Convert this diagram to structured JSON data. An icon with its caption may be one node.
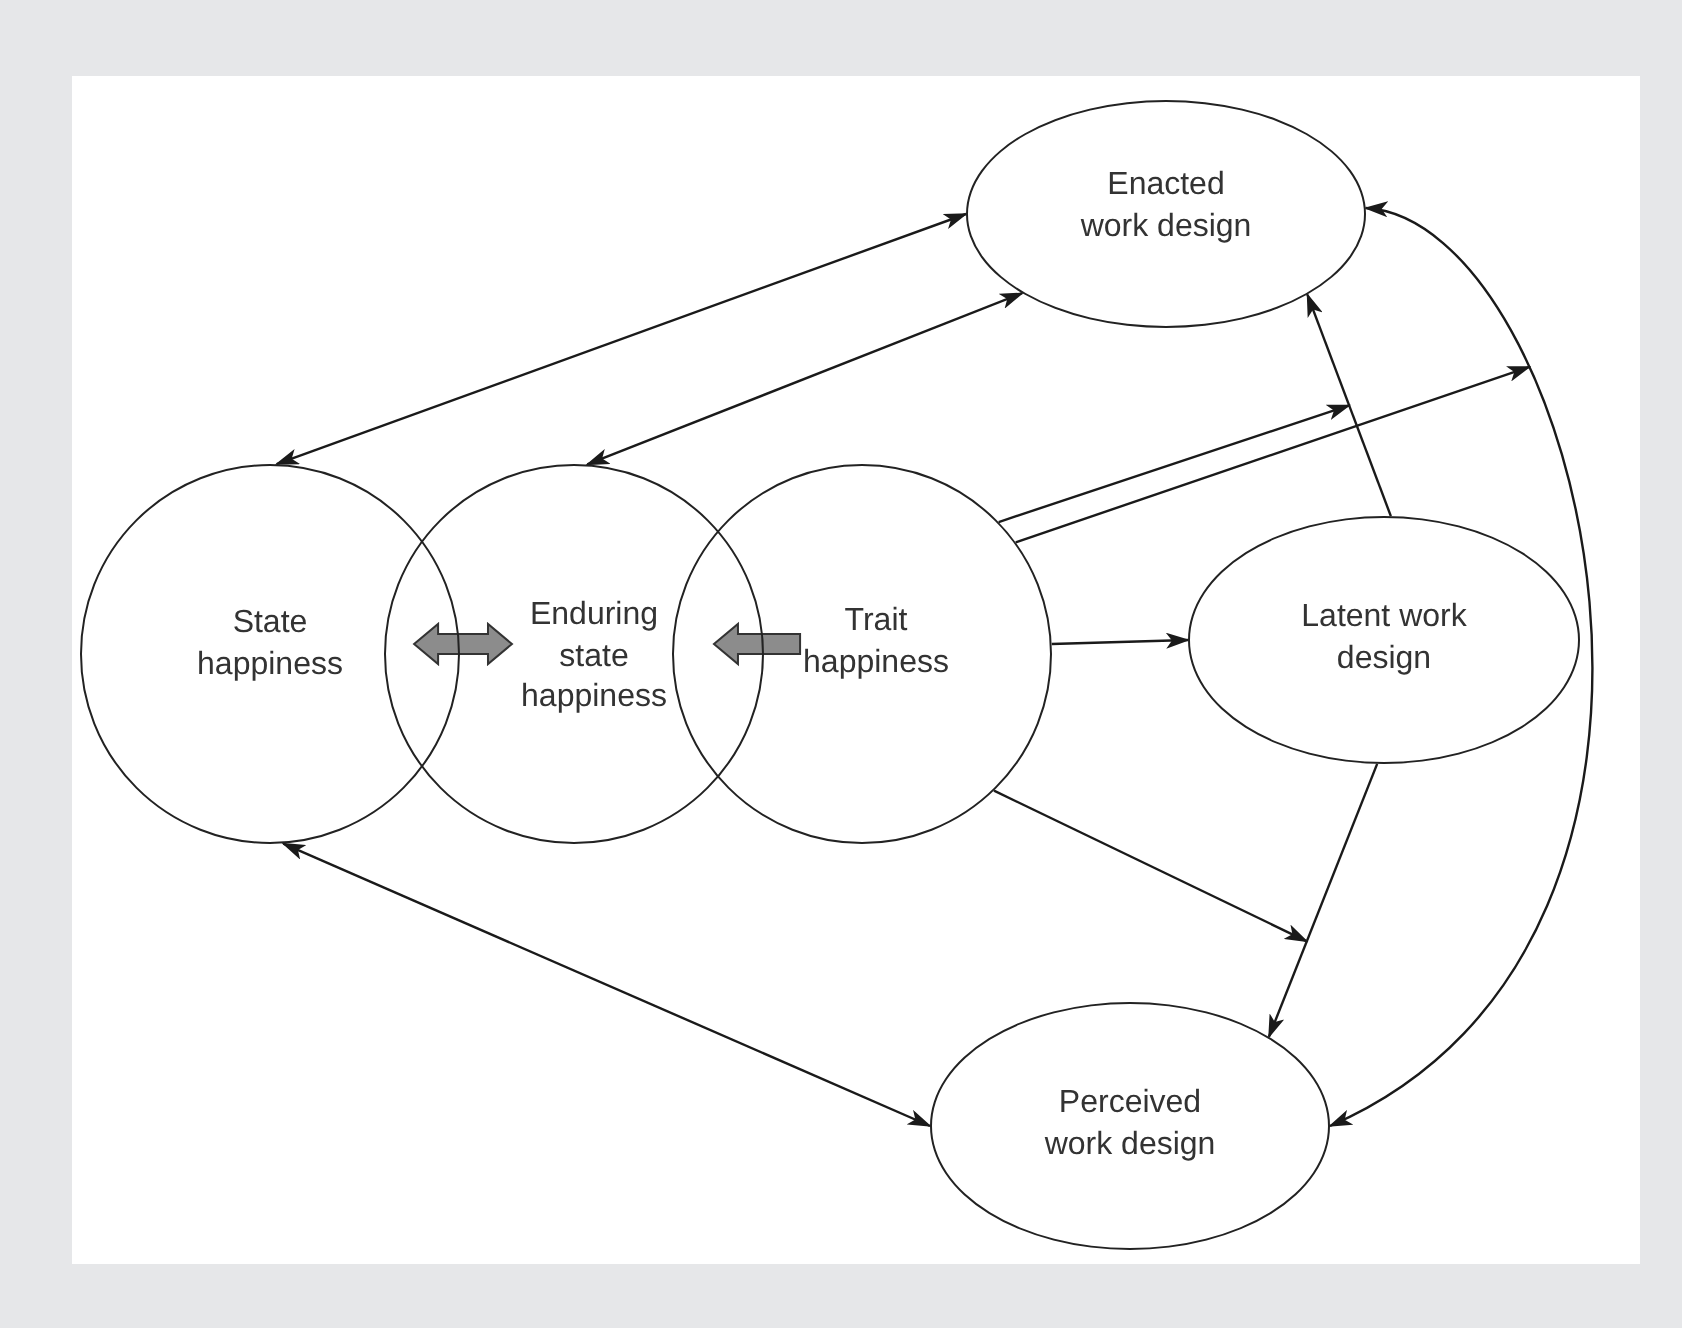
{
  "diagram": {
    "nodes": [
      {
        "text": [
          "Enacted work design"
        ]
      },
      {
        "text": [
          "State happiness"
        ]
      },
      {
        "text": [
          "Enduring state happiness"
        ]
      },
      {
        "text": [
          "Trait happiness"
        ]
      },
      {
        "text": [
          "Latent work design"
        ]
      },
      {
        "text": [
          "Perceived work design"
        ]
      }
    ],
    "edges": [
      {
        "from": 1,
        "to": 0,
        "arrow": "both"
      },
      {
        "from": 2,
        "to": 0,
        "arrow": "both"
      },
      {
        "from": 3,
        "to": null,
        "arrow": "to"
      },
      {
        "from": 3,
        "to": null,
        "arrow": "to"
      },
      {
        "from": 3,
        "to": 4,
        "arrow": "to"
      },
      {
        "from": 4,
        "to": 0,
        "arrow": "to"
      },
      {
        "from": 3,
        "to": null,
        "arrow": "to"
      },
      {
        "from": 4,
        "to": 5,
        "arrow": "to"
      },
      {
        "from": 1,
        "to": 5,
        "arrow": "both"
      },
      {
        "from": 0,
        "to": 5,
        "arrow": "both"
      },
      {
        "from": 1,
        "to": 2,
        "arrow": "both",
        "style": "thick",
        "color": "#8c8c8c"
      },
      {
        "from": 3,
        "to": 2,
        "arrow": "to",
        "style": "thick",
        "color": "#8c8c8c"
      }
    ]
  }
}
